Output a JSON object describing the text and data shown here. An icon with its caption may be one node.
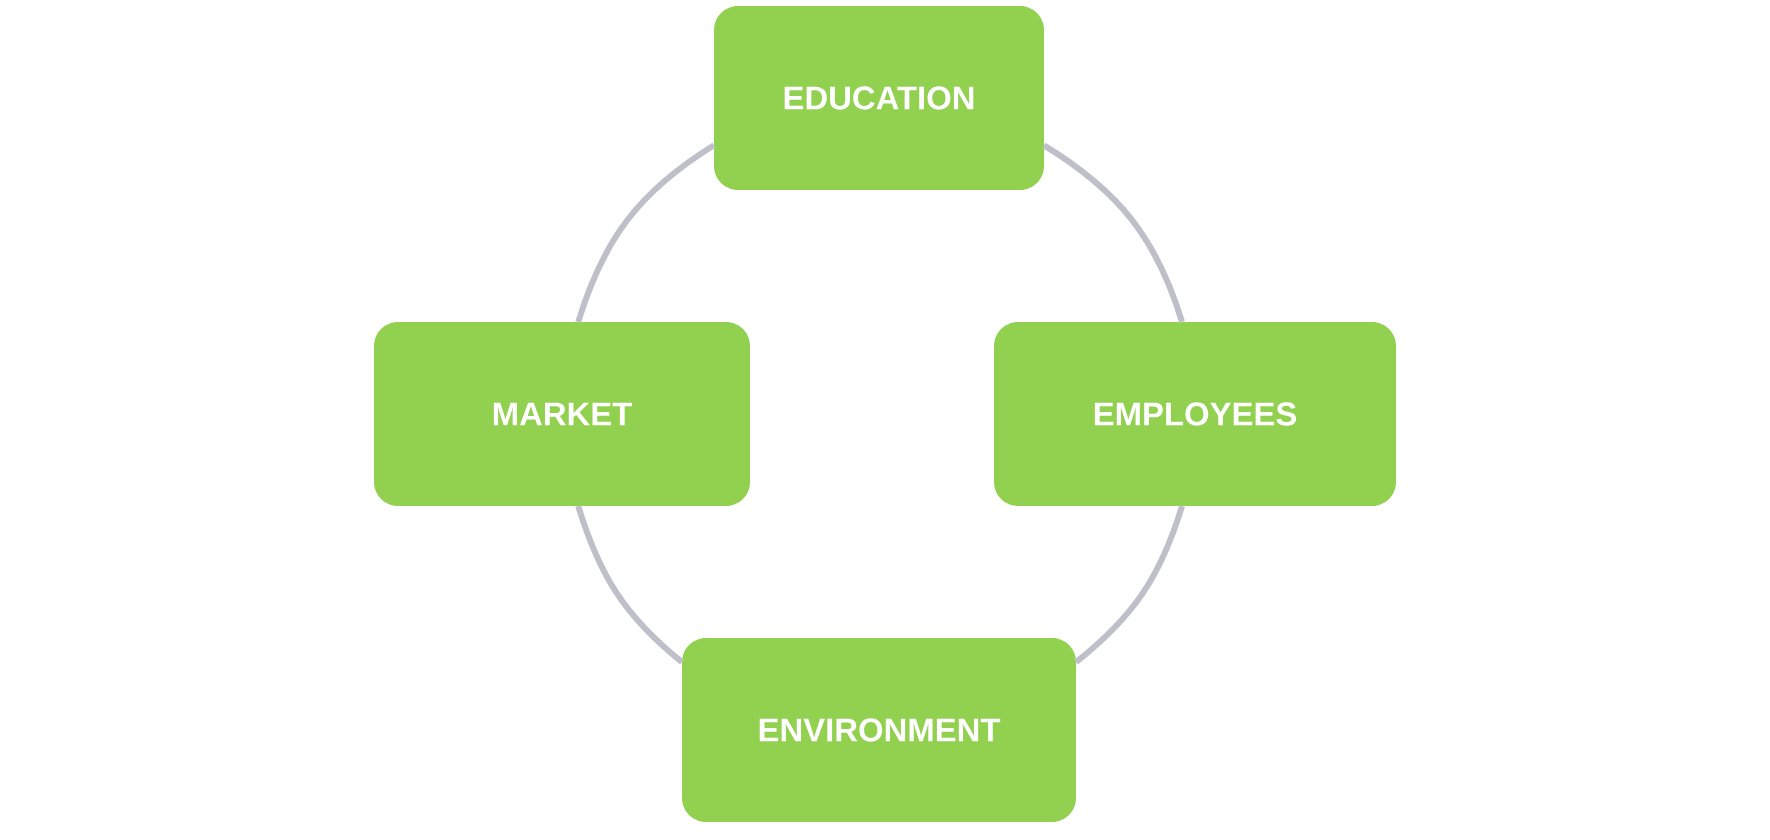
{
  "diagram": {
    "nodes": [
      {
        "text": [
          "EDUCATION"
        ]
      },
      {
        "text": [
          "MARKET"
        ]
      },
      {
        "text": [
          "EMPLOYEES"
        ]
      },
      {
        "text": [
          "ENVIRONMENT"
        ]
      }
    ],
    "edges": [
      {
        "from": 0,
        "to": 2,
        "arrow": "none"
      },
      {
        "from": 2,
        "to": 3,
        "arrow": "none"
      },
      {
        "from": 3,
        "to": 1,
        "arrow": "none"
      },
      {
        "from": 1,
        "to": 0,
        "arrow": "none"
      }
    ]
  }
}
